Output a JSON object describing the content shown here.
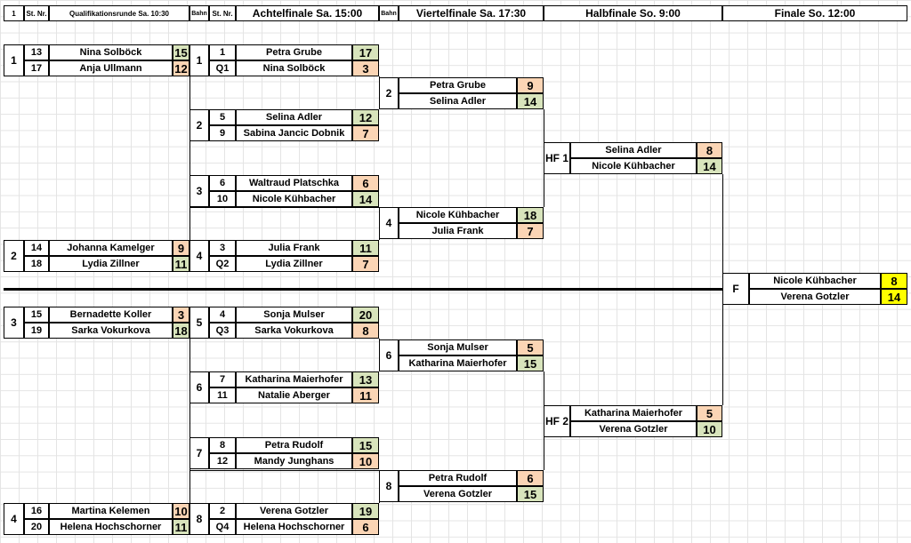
{
  "headers": {
    "round_no": "1",
    "start_nr": "St. Nr.",
    "quali": "Qualifikationsrunde Sa. 10:30",
    "lane": "Bahn",
    "start_nr_2": "St. Nr.",
    "r16": "Achtelfinale Sa. 15:00",
    "lane_2": "Bahn",
    "qf": "Viertelfinale Sa. 17:30",
    "sf": "Halbfinale So. 9:00",
    "final": "Finale So. 12:00"
  },
  "qualification": [
    {
      "lane": "1",
      "p1": {
        "nr": "13",
        "name": "Nina Solböck",
        "score": "15"
      },
      "p2": {
        "nr": "17",
        "name": "Anja Ullmann",
        "score": "12"
      }
    },
    {
      "lane": "2",
      "p1": {
        "nr": "14",
        "name": "Johanna Kamelger",
        "score": "9"
      },
      "p2": {
        "nr": "18",
        "name": "Lydia Zillner",
        "score": "11"
      }
    },
    {
      "lane": "3",
      "p1": {
        "nr": "15",
        "name": "Bernadette Koller",
        "score": "3"
      },
      "p2": {
        "nr": "19",
        "name": "Sarka Vokurkova",
        "score": "18"
      }
    },
    {
      "lane": "4",
      "p1": {
        "nr": "16",
        "name": "Martina Kelemen",
        "score": "10"
      },
      "p2": {
        "nr": "20",
        "name": "Helena Hochschorner",
        "score": "11"
      }
    }
  ],
  "round_of_16": [
    {
      "lane": "1",
      "p1": {
        "nr": "1",
        "name": "Petra Grube",
        "score": "17"
      },
      "p2": {
        "nr": "Q1",
        "name": "Nina Solböck",
        "score": "3"
      }
    },
    {
      "lane": "2",
      "p1": {
        "nr": "5",
        "name": "Selina Adler",
        "score": "12"
      },
      "p2": {
        "nr": "9",
        "name": "Sabina Jancic Dobnik",
        "score": "7"
      }
    },
    {
      "lane": "3",
      "p1": {
        "nr": "6",
        "name": "Waltraud Platschka",
        "score": "6"
      },
      "p2": {
        "nr": "10",
        "name": "Nicole Kühbacher",
        "score": "14"
      }
    },
    {
      "lane": "4",
      "p1": {
        "nr": "3",
        "name": "Julia Frank",
        "score": "11"
      },
      "p2": {
        "nr": "Q2",
        "name": "Lydia Zillner",
        "score": "7"
      }
    },
    {
      "lane": "5",
      "p1": {
        "nr": "4",
        "name": "Sonja Mulser",
        "score": "20"
      },
      "p2": {
        "nr": "Q3",
        "name": "Sarka Vokurkova",
        "score": "8"
      }
    },
    {
      "lane": "6",
      "p1": {
        "nr": "7",
        "name": "Katharina Maierhofer",
        "score": "13"
      },
      "p2": {
        "nr": "11",
        "name": "Natalie Aberger",
        "score": "11"
      }
    },
    {
      "lane": "7",
      "p1": {
        "nr": "8",
        "name": "Petra Rudolf",
        "score": "15"
      },
      "p2": {
        "nr": "12",
        "name": "Mandy Junghans",
        "score": "10"
      }
    },
    {
      "lane": "8",
      "p1": {
        "nr": "2",
        "name": "Verena Gotzler",
        "score": "19"
      },
      "p2": {
        "nr": "Q4",
        "name": "Helena Hochschorner",
        "score": "6"
      }
    }
  ],
  "quarterfinals": [
    {
      "lane": "2",
      "p1": {
        "name": "Petra Grube",
        "score": "9"
      },
      "p2": {
        "name": "Selina Adler",
        "score": "14"
      }
    },
    {
      "lane": "4",
      "p1": {
        "name": "Nicole Kühbacher",
        "score": "18"
      },
      "p2": {
        "name": "Julia Frank",
        "score": "7"
      }
    },
    {
      "lane": "6",
      "p1": {
        "name": "Sonja Mulser",
        "score": "5"
      },
      "p2": {
        "name": "Katharina Maierhofer",
        "score": "15"
      }
    },
    {
      "lane": "8",
      "p1": {
        "name": "Petra Rudolf",
        "score": "6"
      },
      "p2": {
        "name": "Verena Gotzler",
        "score": "15"
      }
    }
  ],
  "semifinals": [
    {
      "lane": "HF 1",
      "p1": {
        "name": "Selina Adler",
        "score": "8"
      },
      "p2": {
        "name": "Nicole Kühbacher",
        "score": "14"
      }
    },
    {
      "lane": "HF 2",
      "p1": {
        "name": "Katharina Maierhofer",
        "score": "5"
      },
      "p2": {
        "name": "Verena Gotzler",
        "score": "10"
      }
    }
  ],
  "final": {
    "lane": "F",
    "p1": {
      "name": "Nicole Kühbacher",
      "score": "8"
    },
    "p2": {
      "name": "Verena Gotzler",
      "score": "14"
    }
  },
  "colors": {
    "winner_fill": "#d8e4bc",
    "loser_fill": "#fbd5b5",
    "final_fill": "#ffff00"
  }
}
